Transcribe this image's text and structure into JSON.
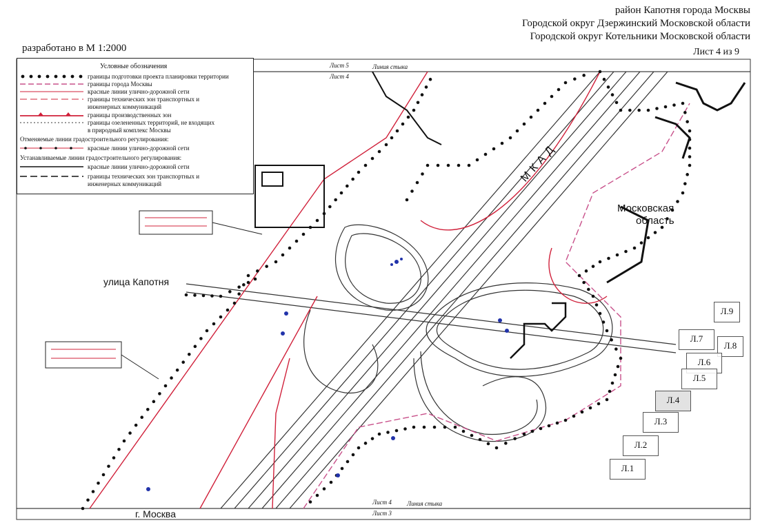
{
  "header": {
    "district": "район Капотня города Москвы",
    "district2": "Городской округ Дзержинский Московской области",
    "district3": "Городской округ Котельники Московской области",
    "scale": "разработано в М 1:2000",
    "sheet": "Лист 4 из 9"
  },
  "legend": {
    "title": "Условные обозначения",
    "items": [
      "границы подготовки проекта планировки территории",
      "границы города Москвы",
      "красные линии улично-дорожной сети",
      "границы технических зон транспортных и",
      "инженерных коммуникаций",
      "границы производственных зон",
      "границы озелененных территорий, не входящих",
      "в природный комплекс Москвы"
    ],
    "cancelled_title": "Отменяемые линии градостроительного регулирования:",
    "cancelled_item": "красные линии улично-дорожной сети",
    "established_title": "Устанавливаемые линии градостроительного регулирования:",
    "established_items": [
      "красные линии улично-дорожной сети",
      "границы технических зон транспортных и",
      "инженерных коммуникаций"
    ]
  },
  "map_labels": {
    "sheet5": "Лист 5",
    "sheet4_top": "Лист 4",
    "match_top": "Линия стыка",
    "mkad": "МКАД",
    "moscow_oblast_1": "Московская",
    "moscow_oblast_2": "область",
    "kapotnya": "улица Капотня",
    "moscow_city": "г. Москва",
    "sheet4_bottom": "Лист 4",
    "match_bottom": "Линия стыка",
    "sheet3": "Лист 3"
  },
  "sheet_index": [
    "Л.9",
    "Л.7",
    "Л.8",
    "Л.6",
    "Л.5",
    "Л.4",
    "Л.3",
    "Л.2",
    "Л.1"
  ],
  "colors": {
    "red": "#d0203a",
    "pink": "#c8508a",
    "black": "#111111"
  }
}
